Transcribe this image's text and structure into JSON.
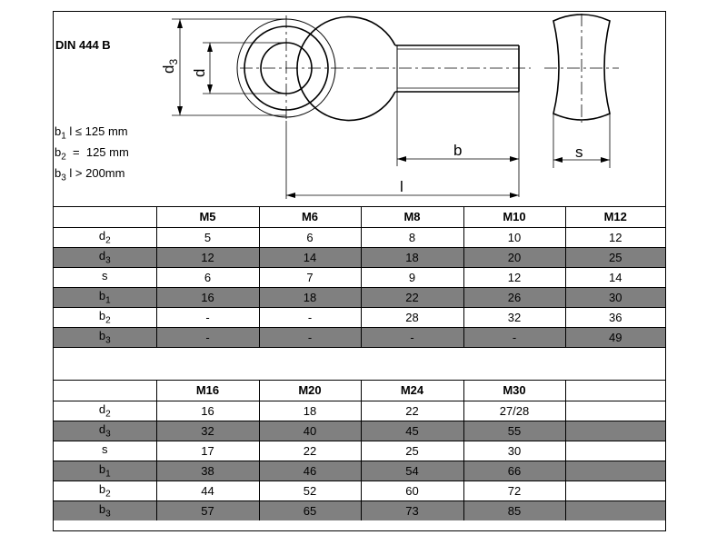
{
  "header": {
    "title": "DIN 444 B",
    "conditions": [
      {
        "sym": "b",
        "sub": "1",
        "text": " l ≤ 125 mm"
      },
      {
        "sym": "b",
        "sub": "2",
        "text": "  =  125 mm"
      },
      {
        "sym": "b",
        "sub": "3",
        "text": " l > 200mm"
      }
    ]
  },
  "drawing": {
    "labels": {
      "d3": "d3",
      "d": "d",
      "b": "b",
      "l": "l",
      "s": "s"
    }
  },
  "table1": {
    "headers": [
      "",
      "M5",
      "M6",
      "M8",
      "M10",
      "M12"
    ],
    "rows": [
      {
        "sym": "d",
        "sub": "2",
        "values": [
          "5",
          "6",
          "8",
          "10",
          "12"
        ],
        "dark": false
      },
      {
        "sym": "d",
        "sub": "3",
        "values": [
          "12",
          "14",
          "18",
          "20",
          "25"
        ],
        "dark": true
      },
      {
        "sym": "s",
        "sub": "",
        "values": [
          "6",
          "7",
          "9",
          "12",
          "14"
        ],
        "dark": false
      },
      {
        "sym": "b",
        "sub": "1",
        "values": [
          "16",
          "18",
          "22",
          "26",
          "30"
        ],
        "dark": true
      },
      {
        "sym": "b",
        "sub": "2",
        "values": [
          "-",
          "-",
          "28",
          "32",
          "36"
        ],
        "dark": false
      },
      {
        "sym": "b",
        "sub": "3",
        "values": [
          "-",
          "-",
          "-",
          "-",
          "49"
        ],
        "dark": true
      }
    ]
  },
  "table2": {
    "headers": [
      "",
      "M16",
      "M20",
      "M24",
      "M30",
      ""
    ],
    "rows": [
      {
        "sym": "d",
        "sub": "2",
        "values": [
          "16",
          "18",
          "22",
          "27/28",
          ""
        ],
        "dark": false
      },
      {
        "sym": "d",
        "sub": "3",
        "values": [
          "32",
          "40",
          "45",
          "55",
          ""
        ],
        "dark": true
      },
      {
        "sym": "s",
        "sub": "",
        "values": [
          "17",
          "22",
          "25",
          "30",
          ""
        ],
        "dark": false
      },
      {
        "sym": "b",
        "sub": "1",
        "values": [
          "38",
          "46",
          "54",
          "66",
          ""
        ],
        "dark": true
      },
      {
        "sym": "b",
        "sub": "2",
        "values": [
          "44",
          "52",
          "60",
          "72",
          ""
        ],
        "dark": false
      },
      {
        "sym": "b",
        "sub": "3",
        "values": [
          "57",
          "65",
          "73",
          "85",
          ""
        ],
        "dark": true
      }
    ]
  }
}
